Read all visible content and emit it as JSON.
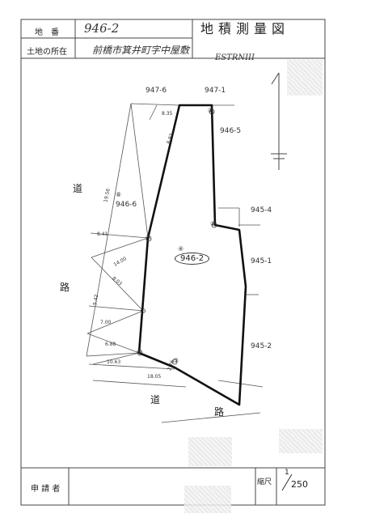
{
  "header": {
    "lot_number_label": "地　番",
    "lot_number_value": "946-2",
    "location_label": "土地の所在",
    "location_value": "前橋市箕井町字中屋敷",
    "title": "地積測量図"
  },
  "plan": {
    "main_lot_label": "946-2",
    "adjacent_lots": [
      "947-6",
      "947-1",
      "946-5",
      "946-6",
      "945-4",
      "945-1",
      "945-2"
    ],
    "road_labels": [
      "道",
      "路",
      "道",
      "路"
    ],
    "vertex_labels": [
      "①",
      "②",
      "③",
      "④",
      "⑤",
      "⑥",
      "⑧"
    ],
    "dimensions": [
      "8.35",
      "19.56",
      "8.97",
      "14.00",
      "8.03",
      "8.41",
      "7.00",
      "5.42",
      "6.88",
      "10.63",
      "18.05",
      "2.76"
    ],
    "handwritten_code": "ESTRNIII"
  },
  "footer": {
    "applicant_label": "申 請 者",
    "scale_label": "縮尺",
    "scale_numerator": "1",
    "scale_denominator": "250"
  }
}
